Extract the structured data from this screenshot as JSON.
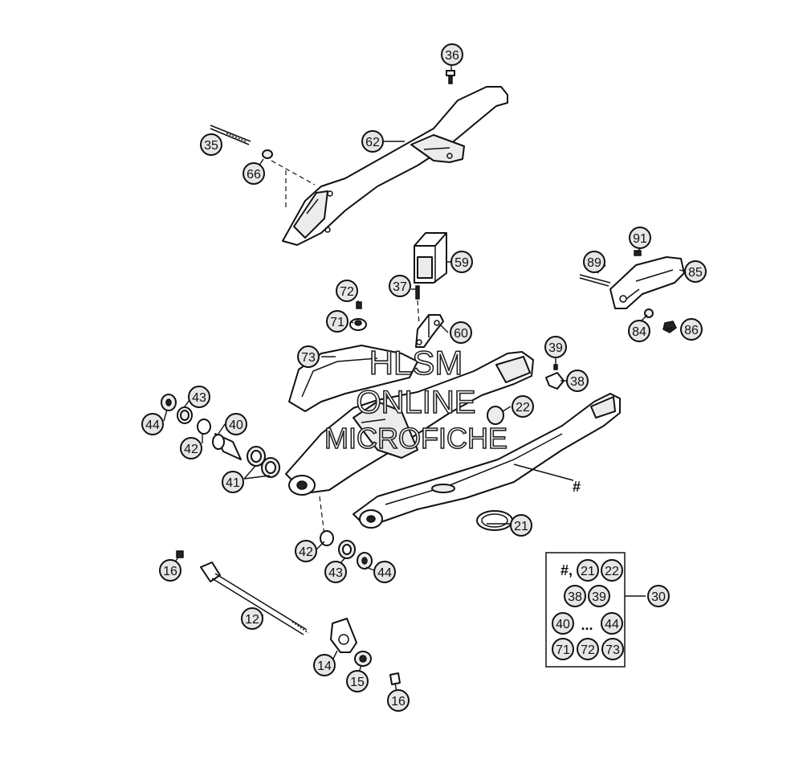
{
  "watermark": {
    "line1": "HLSM",
    "line2": "ONLINE",
    "line3": "MICROFICHE"
  },
  "callouts": [
    {
      "id": "c36",
      "label": "36"
    },
    {
      "id": "c62",
      "label": "62"
    },
    {
      "id": "c35",
      "label": "35"
    },
    {
      "id": "c66",
      "label": "66"
    },
    {
      "id": "c59",
      "label": "59"
    },
    {
      "id": "c91",
      "label": "91"
    },
    {
      "id": "c89",
      "label": "89"
    },
    {
      "id": "c85",
      "label": "85"
    },
    {
      "id": "c72",
      "label": "72"
    },
    {
      "id": "c37",
      "label": "37"
    },
    {
      "id": "c71",
      "label": "71"
    },
    {
      "id": "c60",
      "label": "60"
    },
    {
      "id": "c84",
      "label": "84"
    },
    {
      "id": "c86",
      "label": "86"
    },
    {
      "id": "c73",
      "label": "73"
    },
    {
      "id": "c39",
      "label": "39"
    },
    {
      "id": "c38",
      "label": "38"
    },
    {
      "id": "c43a",
      "label": "43"
    },
    {
      "id": "c44a",
      "label": "44"
    },
    {
      "id": "c40",
      "label": "40"
    },
    {
      "id": "c22",
      "label": "22"
    },
    {
      "id": "c42a",
      "label": "42"
    },
    {
      "id": "c41",
      "label": "41"
    },
    {
      "id": "c21",
      "label": "21"
    },
    {
      "id": "c42b",
      "label": "42"
    },
    {
      "id": "c43b",
      "label": "43"
    },
    {
      "id": "c44b",
      "label": "44"
    },
    {
      "id": "c16a",
      "label": "16"
    },
    {
      "id": "c12",
      "label": "12"
    },
    {
      "id": "c14",
      "label": "14"
    },
    {
      "id": "c15",
      "label": "15"
    },
    {
      "id": "c16b",
      "label": "16"
    },
    {
      "id": "c30",
      "label": "30"
    }
  ],
  "swingarm_label": "#",
  "legend": {
    "hash_text": "#,",
    "ellipsis": "...",
    "items": [
      "21",
      "22",
      "38",
      "39",
      "40",
      "44",
      "71",
      "72",
      "73"
    ]
  }
}
